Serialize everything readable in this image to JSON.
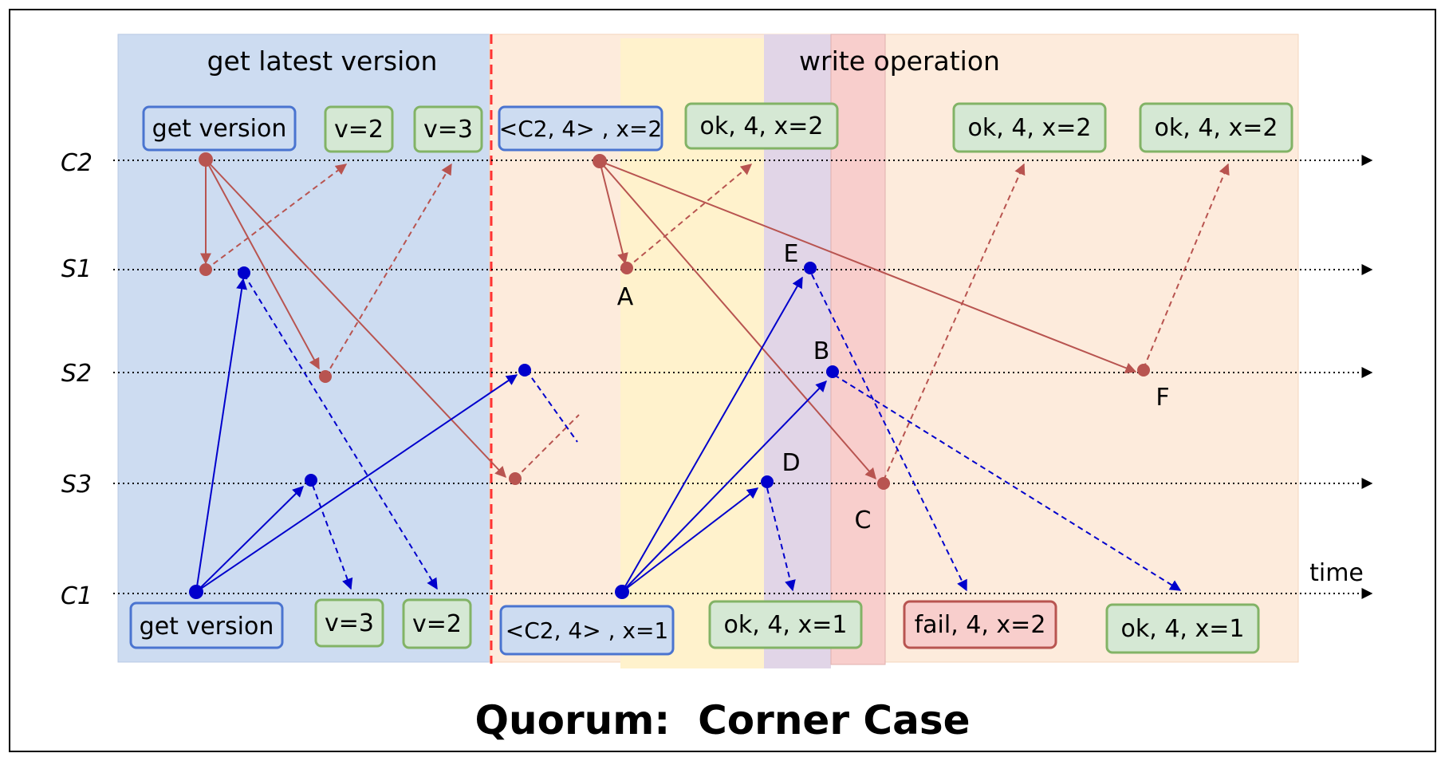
{
  "title": "Quorum:  Corner Case",
  "sections": {
    "read_phase": "get latest version",
    "write_phase": "write operation"
  },
  "axis_label": "time",
  "lanes": [
    "C2",
    "S1",
    "S2",
    "S3",
    "C1"
  ],
  "boxes": {
    "c2_get_version": "get version",
    "c2_v2": "v=2",
    "c2_v3": "v=3",
    "c2_write_req": "<C2, 4> , x=2",
    "c2_ok_1": "ok, 4, x=2",
    "c2_ok_2": "ok, 4, x=2",
    "c2_ok_3": "ok, 4, x=2",
    "c1_get_version": "get version",
    "c1_v3": "v=3",
    "c1_v2": "v=2",
    "c1_write_req": "<C2, 4> , x=1",
    "c1_ok_1": "ok, 4, x=1",
    "c1_fail": "fail, 4, x=2",
    "c1_ok_2": "ok, 4, x=1"
  },
  "points": {
    "A": "A",
    "B": "B",
    "C": "C",
    "D": "D",
    "E": "E",
    "F": "F"
  },
  "colors": {
    "read_bg": "#cddcf1",
    "write_bg": "#fdebdc",
    "yellow_band": "#fff2cc",
    "purple_band": "#e1d5e7",
    "red_band": "#f8cecc",
    "c2_arrow": "#b85450",
    "c1_arrow": "#0000cc",
    "box_blue": "#4a74d0",
    "box_green": "#82b366",
    "box_green_fill": "#d5e8d4",
    "box_red": "#b85450",
    "divider": "#ff3333"
  }
}
